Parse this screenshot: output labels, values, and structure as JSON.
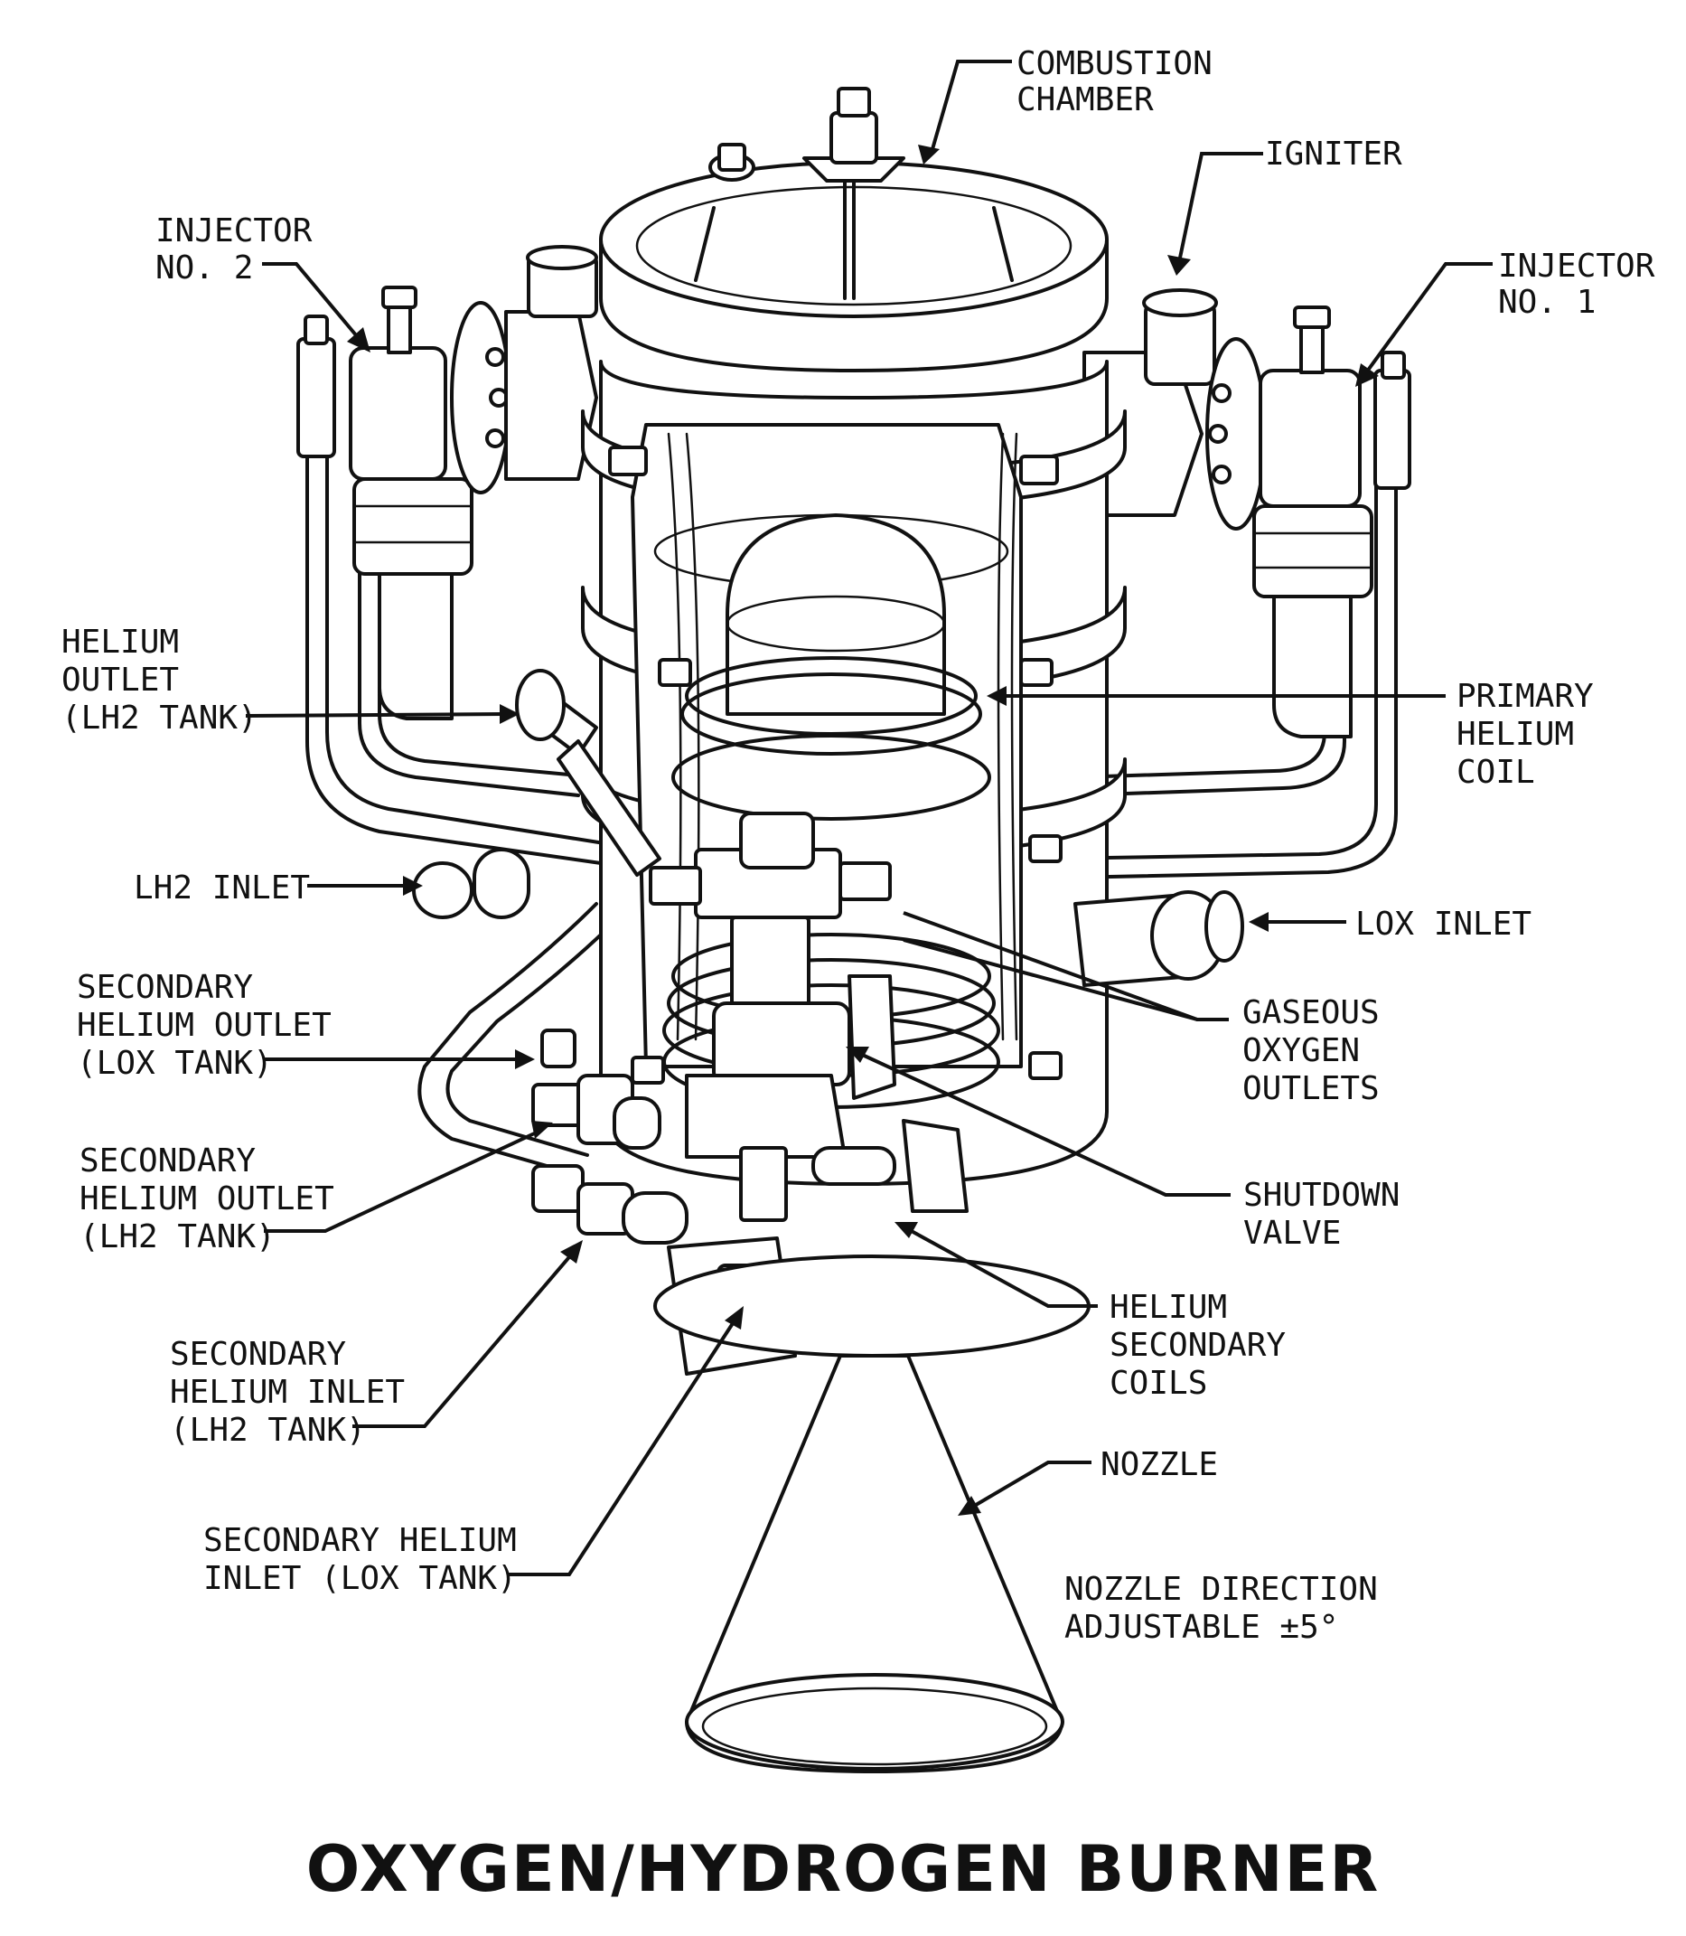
{
  "title": "OXYGEN/HYDROGEN BURNER",
  "labels": {
    "combustion_chamber": [
      "COMBUSTION",
      "CHAMBER"
    ],
    "igniter": [
      "IGNITER"
    ],
    "injector_2": [
      "INJECTOR",
      "NO. 2"
    ],
    "injector_1": [
      "INJECTOR",
      "NO. 1"
    ],
    "helium_outlet_lh2": [
      "HELIUM",
      "OUTLET",
      "(LH2 TANK)"
    ],
    "primary_helium_coil": [
      "PRIMARY",
      "HELIUM",
      "COIL"
    ],
    "lh2_inlet": [
      "LH2 INLET"
    ],
    "lox_inlet": [
      "LOX INLET"
    ],
    "secondary_helium_outlet_lox": [
      "SECONDARY",
      "HELIUM OUTLET",
      "(LOX TANK)"
    ],
    "gaseous_oxygen_outlets": [
      "GASEOUS",
      "OXYGEN",
      "OUTLETS"
    ],
    "secondary_helium_outlet_lh2": [
      "SECONDARY",
      "HELIUM OUTLET",
      "(LH2 TANK)"
    ],
    "shutdown_valve": [
      "SHUTDOWN",
      "VALVE"
    ],
    "helium_secondary_coils": [
      "HELIUM",
      "SECONDARY",
      "COILS"
    ],
    "secondary_helium_inlet_lh2": [
      "SECONDARY",
      "HELIUM INLET",
      "(LH2 TANK)"
    ],
    "nozzle": [
      "NOZZLE"
    ],
    "secondary_helium_inlet_lox": [
      "SECONDARY HELIUM",
      "INLET (LOX TANK)"
    ],
    "nozzle_direction": [
      "NOZZLE DIRECTION",
      "ADJUSTABLE ±5°"
    ]
  },
  "colors": {
    "ink": "#111111",
    "paper": "#ffffff"
  }
}
